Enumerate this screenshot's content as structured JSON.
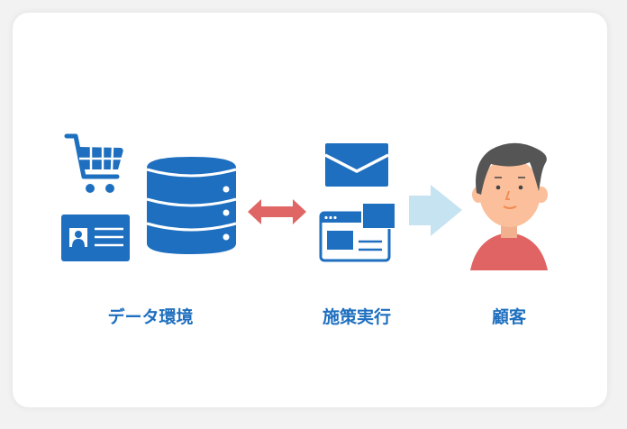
{
  "labels": {
    "data_env": "データ環境",
    "execution": "施策実行",
    "customer": "顧客"
  },
  "colors": {
    "blue": "#1e6fbf",
    "red_arrow": "#e06666",
    "light_arrow": "#c6e3f1",
    "shirt": "#e06464",
    "skin": "#fbbf9b",
    "hair": "#555555"
  }
}
